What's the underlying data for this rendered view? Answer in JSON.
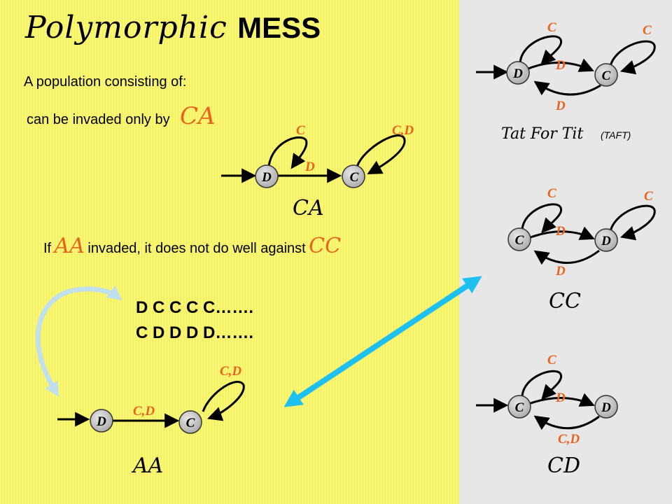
{
  "title": {
    "script": "Polymorphic",
    "bold": "MESS"
  },
  "intro": "A population consisting of:",
  "invaded_text": "can be invaded only by",
  "invader_name": "CA",
  "if_text": {
    "pre": "If",
    "name1": "AA",
    "mid": "invaded, it does not do well against",
    "name2": "CC"
  },
  "sequence": {
    "line1": "D C C C C…….",
    "line2": "C D D D D……."
  },
  "diagrams": {
    "ca": {
      "caption": "CA",
      "node1": "D",
      "node2": "C",
      "loop1": "C",
      "loop2": "C,D",
      "arrow": "D"
    },
    "aa": {
      "caption": "AA",
      "node1": "D",
      "node2": "C",
      "loop2": "C,D",
      "arrow": "C,D"
    },
    "taft": {
      "caption": "Tat For Tit",
      "caption_note": "(TAFT)",
      "node1": "D",
      "node2": "C",
      "loop1": "C",
      "loop2": "C",
      "arrow_fwd": "D",
      "arrow_back": "D"
    },
    "cc": {
      "caption": "CC",
      "node1": "C",
      "node2": "D",
      "loop1": "C",
      "loop2": "C",
      "arrow_fwd": "D",
      "arrow_back": "D"
    },
    "cd": {
      "caption": "CD",
      "node1": "C",
      "node2": "D",
      "loop1": "C",
      "arrow_fwd": "D",
      "arrow_back": "C,D"
    }
  },
  "colors": {
    "left_bg": "#f7f25f",
    "right_bg": "#e7e7e7",
    "label": "#e8641c",
    "double_arrow": "#1ec0f0",
    "curve_arrow": "#bfe0ec"
  }
}
